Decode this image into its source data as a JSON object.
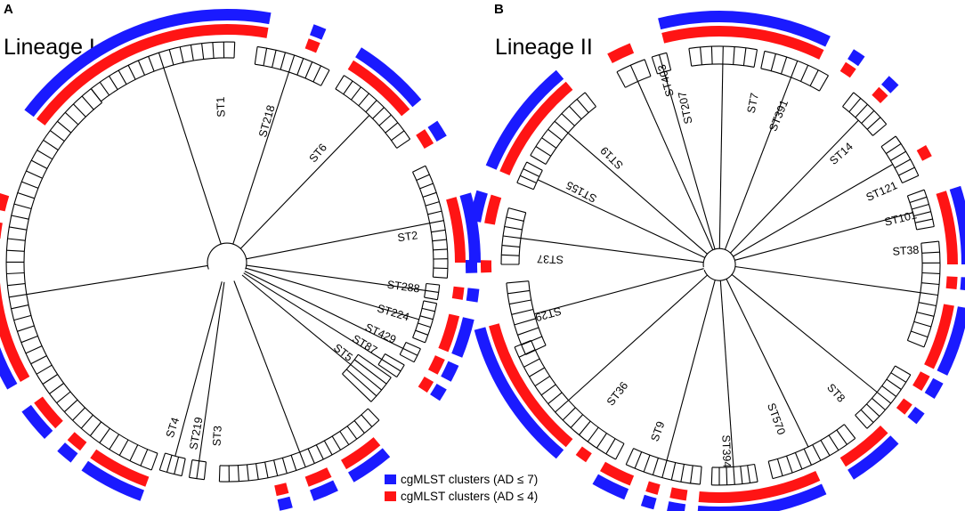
{
  "colors": {
    "ad7": "#1a1aff",
    "ad4": "#ff1414",
    "line": "#000000"
  },
  "panels": [
    {
      "letter": "A",
      "title": "Lineage I",
      "st_labels": [
        "ST1",
        "ST218",
        "ST6",
        "ST2",
        "ST288",
        "ST224",
        "ST429",
        "ST87",
        "ST5",
        "ST4",
        "ST219",
        "ST3"
      ]
    },
    {
      "letter": "B",
      "title": "Lineage II",
      "st_labels": [
        "ST403",
        "ST207",
        "ST19",
        "ST155",
        "ST37",
        "ST29",
        "ST36",
        "ST9",
        "ST394",
        "ST570",
        "ST8",
        "ST38",
        "ST101",
        "ST121",
        "ST14",
        "ST391",
        "ST7"
      ]
    }
  ],
  "legend": [
    {
      "label": "cgMLST clusters (AD ≤ 7)",
      "color_key": "ad7"
    },
    {
      "label": "cgMLST clusters (AD ≤ 4)",
      "color_key": "ad4"
    }
  ]
}
